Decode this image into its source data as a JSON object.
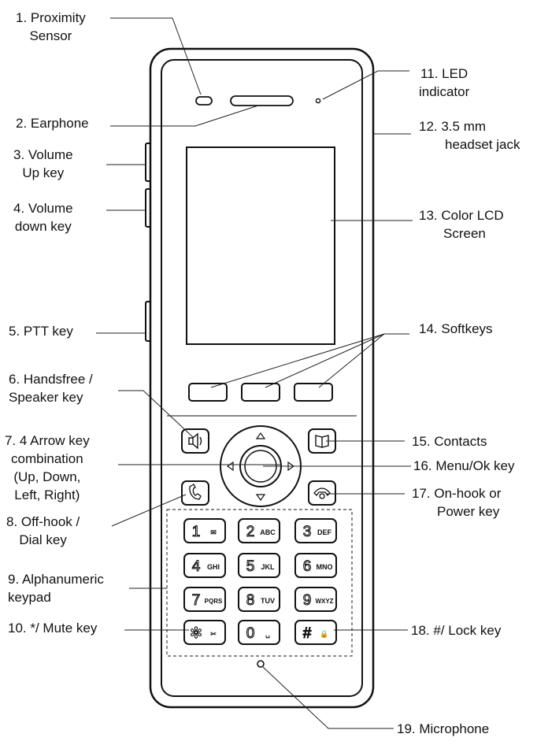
{
  "labels": {
    "proximity_sensor": [
      "1. Proximity",
      "Sensor"
    ],
    "earphone": [
      "2. Earphone"
    ],
    "volume_up": [
      "3. Volume",
      "Up key"
    ],
    "volume_down": [
      "4. Volume",
      "down key"
    ],
    "ptt": [
      "5. PTT key"
    ],
    "handsfree": [
      "6. Handsfree /",
      "Speaker key"
    ],
    "arrow_keys": [
      "7. 4 Arrow key",
      "combination",
      "(Up, Down,",
      "Left, Right)"
    ],
    "offhook": [
      "8. Off-hook /",
      "Dial key"
    ],
    "keypad": [
      "9. Alphanumeric",
      "keypad"
    ],
    "mute": [
      "10. */ Mute key"
    ],
    "led": [
      "11. LED",
      "indicator"
    ],
    "headset_jack": [
      "12. 3.5 mm",
      "headset jack"
    ],
    "lcd": [
      "13. Color LCD",
      "Screen"
    ],
    "softkeys": [
      "14. Softkeys"
    ],
    "contacts": [
      "15. Contacts"
    ],
    "menu_ok": [
      "16. Menu/Ok key"
    ],
    "onhook": [
      "17. On-hook or",
      "Power key"
    ],
    "lock": [
      "18. #/ Lock key"
    ],
    "microphone": [
      "19. Microphone"
    ]
  },
  "keypad": [
    {
      "digit": "1",
      "sub": "✉"
    },
    {
      "digit": "2",
      "sub": "ABC"
    },
    {
      "digit": "3",
      "sub": "DEF"
    },
    {
      "digit": "4",
      "sub": "GHI"
    },
    {
      "digit": "5",
      "sub": "JKL"
    },
    {
      "digit": "6",
      "sub": "MNO"
    },
    {
      "digit": "7",
      "sub": "PQRS"
    },
    {
      "digit": "8",
      "sub": "TUV"
    },
    {
      "digit": "9",
      "sub": "WXYZ"
    },
    {
      "digit": "✻",
      "sub": "✂"
    },
    {
      "digit": "0",
      "sub": "␣"
    },
    {
      "digit": "#",
      "sub": "🔒"
    }
  ]
}
